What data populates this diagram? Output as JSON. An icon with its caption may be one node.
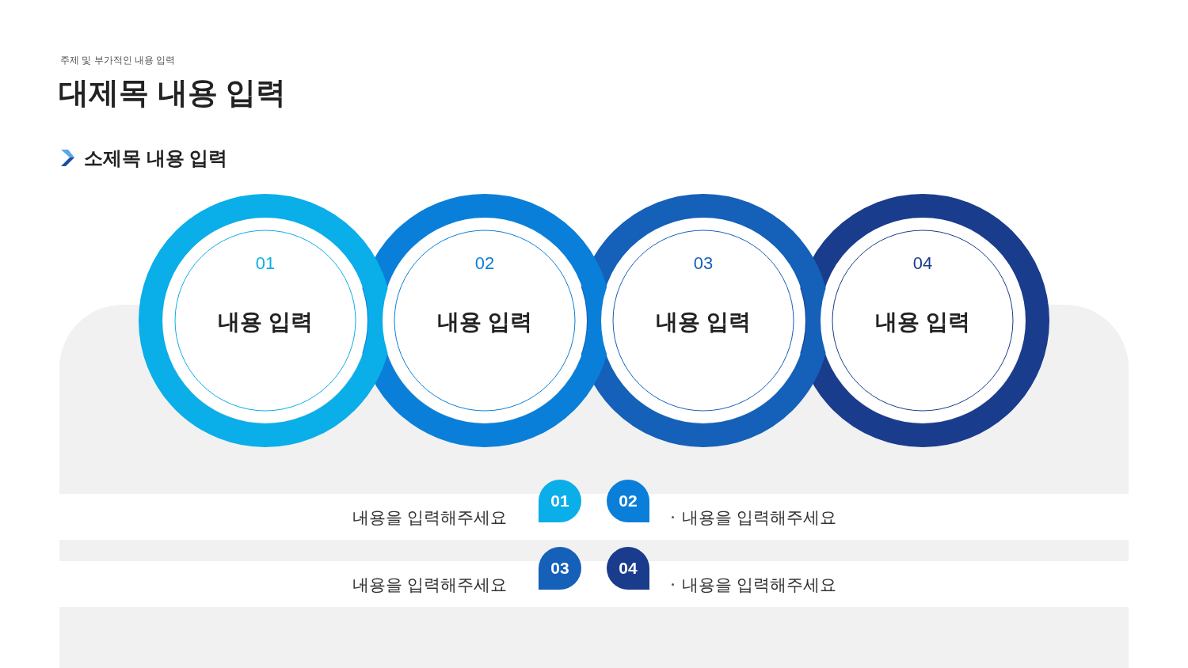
{
  "diagram": {
    "title": "대제목 내용 입력",
    "nodes": [
      {
        "text": [
          "01",
          "내용 입력"
        ]
      },
      {
        "text": [
          "02",
          "내용 입력"
        ]
      },
      {
        "text": [
          "03",
          "내용 입력"
        ]
      },
      {
        "text": [
          "04",
          "내용 입력"
        ]
      },
      {
        "text": [
          "01"
        ],
        "beside": [
          "내용을 입력해주세요"
        ]
      },
      {
        "text": [
          "02"
        ],
        "beside": [
          "내용을 입력해주세요"
        ]
      },
      {
        "text": [
          "03"
        ],
        "beside": [
          "내용을 입력해주세요"
        ]
      },
      {
        "text": [
          "04"
        ],
        "beside": [
          "내용을 입력해주세요"
        ]
      }
    ],
    "labels": [
      "주제 및 부가적인 내용 입력",
      "소제목 내용 입력"
    ]
  }
}
